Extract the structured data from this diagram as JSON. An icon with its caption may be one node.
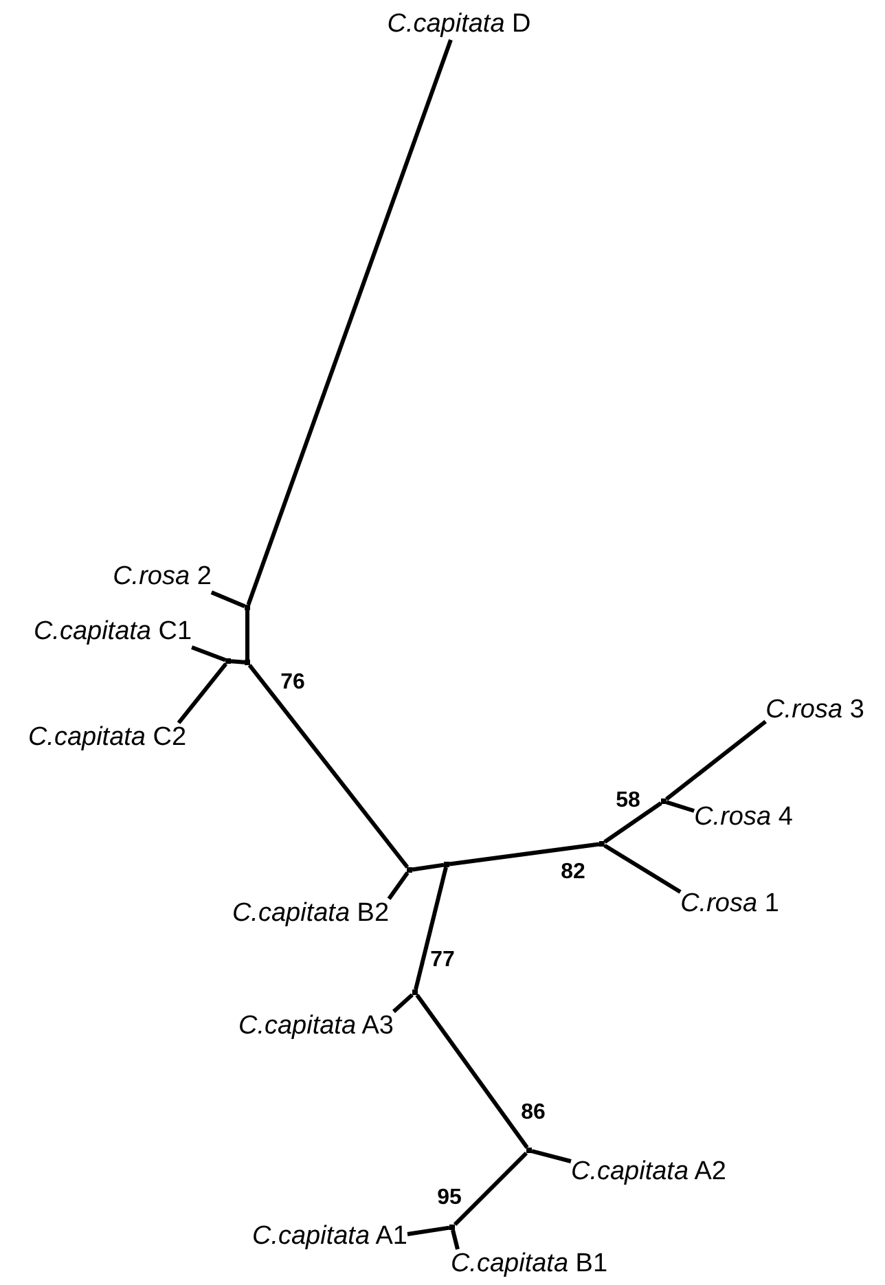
{
  "diagram": {
    "nodes": [
      {
        "text": [
          "*C.capitata* D"
        ]
      },
      {
        "text": [
          "*C.rosa* 2"
        ]
      },
      {
        "text": [
          "*C.capitata* C1"
        ]
      },
      {
        "text": [
          "*C.capitata* C2"
        ]
      },
      {
        "text": [
          "*C.rosa* 3"
        ]
      },
      {
        "text": [
          "*C.rosa* 4"
        ]
      },
      {
        "text": [
          "*C.rosa* 1"
        ]
      },
      {
        "text": [
          "*C.capitata* B2"
        ]
      },
      {
        "text": [
          "*C.capitata* A3"
        ]
      },
      {
        "text": [
          "*C.capitata* A2"
        ]
      },
      {
        "text": [
          "*C.capitata* A1"
        ]
      },
      {
        "text": [
          "*C.capitata* B1"
        ]
      },
      {
        "text": [],
        "shape": "point"
      },
      {
        "text": [],
        "shape": "point",
        "beside": [
          "76"
        ]
      },
      {
        "text": [],
        "shape": "point"
      },
      {
        "text": [],
        "shape": "point"
      },
      {
        "text": [],
        "shape": "point"
      },
      {
        "text": [],
        "shape": "point",
        "beside": [
          "82"
        ]
      },
      {
        "text": [],
        "shape": "point",
        "beside": [
          "58"
        ]
      },
      {
        "text": [],
        "shape": "point",
        "beside": [
          "77"
        ]
      },
      {
        "text": [],
        "shape": "point",
        "beside": [
          "86"
        ]
      },
      {
        "text": [],
        "shape": "point",
        "beside": [
          "95"
        ]
      }
    ],
    "edges": [
      {
        "from": 12,
        "to": 0,
        "arrow": "none"
      },
      {
        "from": 12,
        "to": 1,
        "arrow": "none"
      },
      {
        "from": 12,
        "to": 13,
        "arrow": "none"
      },
      {
        "from": 13,
        "to": 14,
        "arrow": "none"
      },
      {
        "from": 14,
        "to": 2,
        "arrow": "none"
      },
      {
        "from": 14,
        "to": 3,
        "arrow": "none"
      },
      {
        "from": 13,
        "to": 15,
        "arrow": "none"
      },
      {
        "from": 15,
        "to": 7,
        "arrow": "none"
      },
      {
        "from": 15,
        "to": 16,
        "arrow": "none"
      },
      {
        "from": 16,
        "to": 17,
        "arrow": "none"
      },
      {
        "from": 17,
        "to": 18,
        "arrow": "none"
      },
      {
        "from": 18,
        "to": 4,
        "arrow": "none"
      },
      {
        "from": 18,
        "to": 5,
        "arrow": "none"
      },
      {
        "from": 17,
        "to": 6,
        "arrow": "none"
      },
      {
        "from": 16,
        "to": 19,
        "arrow": "none"
      },
      {
        "from": 19,
        "to": 8,
        "arrow": "none"
      },
      {
        "from": 19,
        "to": 20,
        "arrow": "none"
      },
      {
        "from": 20,
        "to": 9,
        "arrow": "none"
      },
      {
        "from": 20,
        "to": 21,
        "arrow": "none"
      },
      {
        "from": 21,
        "to": 10,
        "arrow": "none"
      },
      {
        "from": 21,
        "to": 11,
        "arrow": "none"
      }
    ]
  }
}
